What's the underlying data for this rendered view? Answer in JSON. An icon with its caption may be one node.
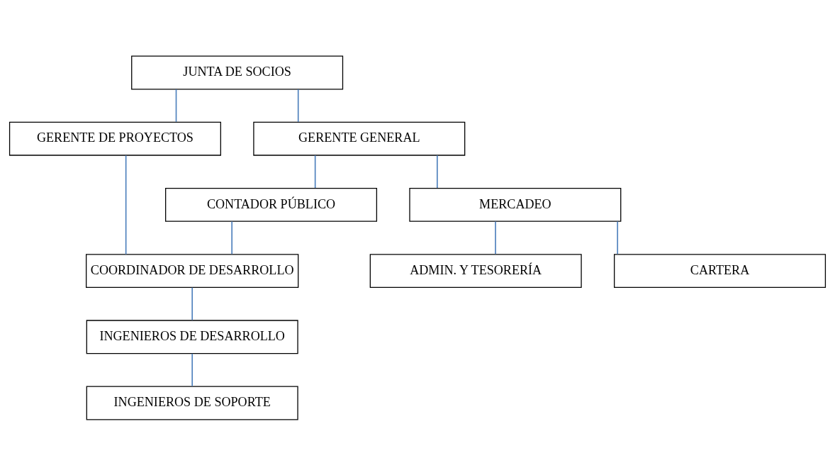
{
  "diagram": {
    "nodes": [
      {
        "text": [
          "JUNTA DE SOCIOS"
        ]
      },
      {
        "text": [
          "GERENTE GENERAL"
        ]
      },
      {
        "text": [
          "GERENTE DE PROYECTOS"
        ]
      },
      {
        "text": [
          "CONTADOR PÚBLICO"
        ]
      },
      {
        "text": [
          "COORDINADOR DE DESARROLLO"
        ]
      },
      {
        "text": [
          "MERCADEO"
        ]
      },
      {
        "text": [
          "INGENIEROS DE DESARROLLO"
        ]
      },
      {
        "text": [
          "ADMIN. Y TESORERÍA"
        ]
      },
      {
        "text": [
          "INGENIEROS DE SOPORTE"
        ]
      },
      {
        "text": [
          "CARTERA"
        ]
      }
    ],
    "edges": [
      {
        "from": 0,
        "to": 1,
        "arrow": "none"
      },
      {
        "from": 0,
        "to": 2,
        "arrow": "none"
      },
      {
        "from": 1,
        "to": 3,
        "arrow": "none"
      },
      {
        "from": 1,
        "to": 5,
        "arrow": "none"
      },
      {
        "from": 3,
        "to": 4,
        "arrow": "none"
      },
      {
        "from": 2,
        "to": 4,
        "arrow": "none"
      },
      {
        "from": 4,
        "to": 6,
        "arrow": "none"
      },
      {
        "from": 6,
        "to": 8,
        "arrow": "none"
      },
      {
        "from": 5,
        "to": 7,
        "arrow": "none"
      },
      {
        "from": 5,
        "to": 9,
        "arrow": "none"
      }
    ]
  }
}
